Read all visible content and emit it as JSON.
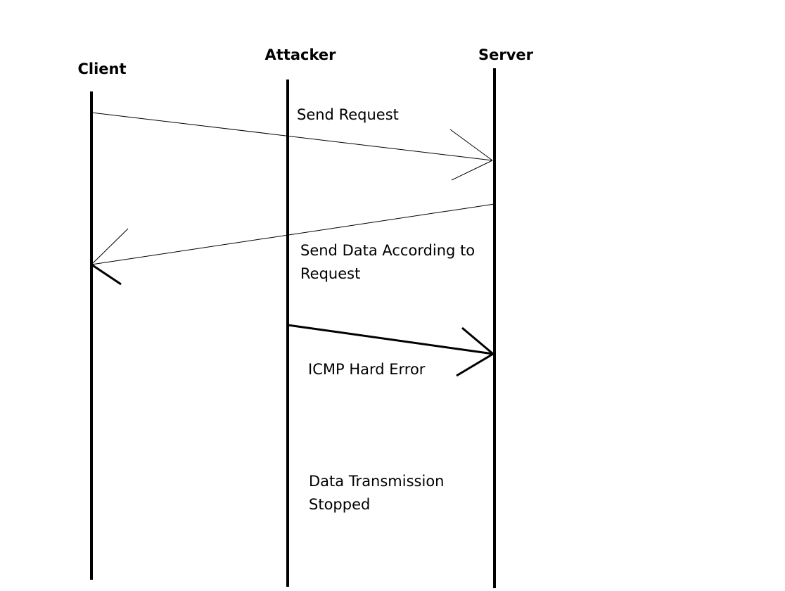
{
  "diagram": {
    "actors": {
      "client": "Client",
      "attacker": "Attacker",
      "server": "Server"
    },
    "messages": {
      "send_request": "Send Request",
      "send_data_line1": "Send Data According to",
      "send_data_line2": "Request",
      "icmp_error": "ICMP Hard Error",
      "stopped_line1": "Data Transmission",
      "stopped_line2": "Stopped"
    }
  }
}
